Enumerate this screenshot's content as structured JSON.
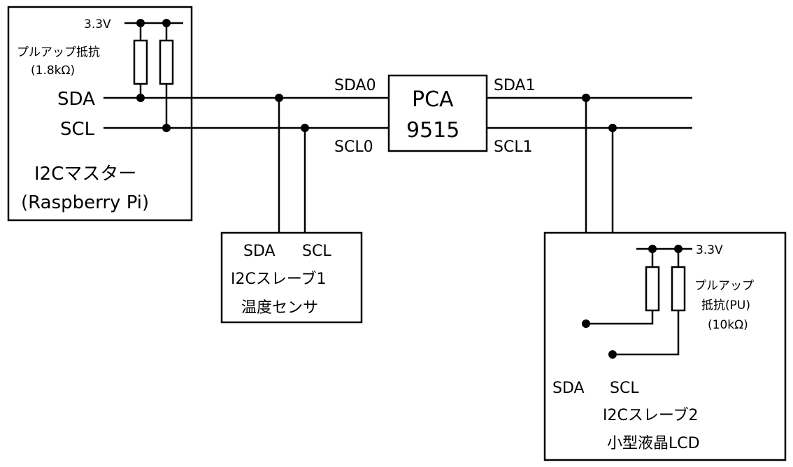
{
  "master": {
    "supply": "3.3V",
    "pullup_label_1": "プルアップ抵抗",
    "pullup_label_2": "(1.8kΩ)",
    "sda": "SDA",
    "scl": "SCL",
    "title_1": "I2Cマスター",
    "title_2": "(Raspberry Pi)"
  },
  "pca": {
    "line_1": "PCA",
    "line_2": "9515",
    "sda0": "SDA0",
    "scl0": "SCL0",
    "sda1": "SDA1",
    "scl1": "SCL1"
  },
  "slave1": {
    "sda": "SDA",
    "scl": "SCL",
    "title": "I2Cスレーブ1",
    "desc": "温度センサ"
  },
  "slave2": {
    "supply": "3.3V",
    "pullup_label_1": "プルアップ",
    "pullup_label_2": "抵抗(PU)",
    "pullup_label_3": "(10kΩ)",
    "sda": "SDA",
    "scl": "SCL",
    "title": "I2Cスレーブ2",
    "desc": "小型液晶LCD"
  }
}
